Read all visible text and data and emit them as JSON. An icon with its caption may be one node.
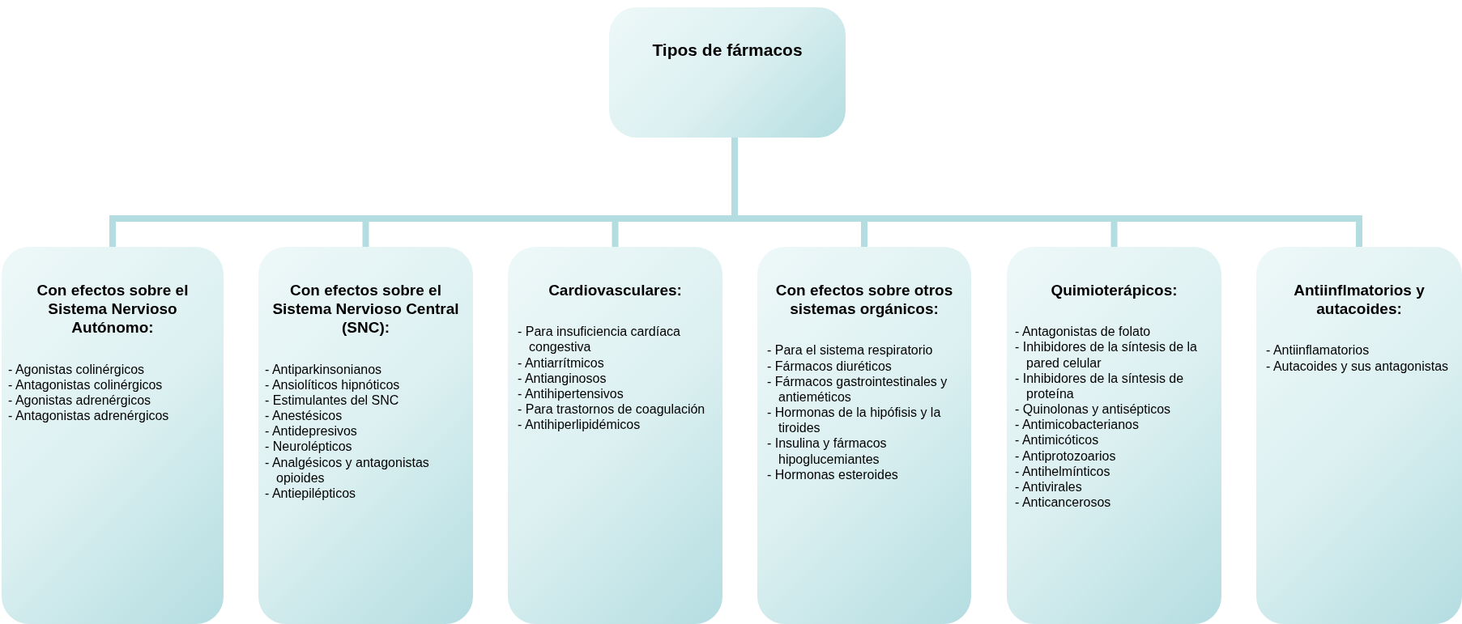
{
  "diagram": {
    "nodes": [
      {
        "text": [
          "Tipos de fármacos"
        ]
      },
      {
        "text": [
          "Con efectos sobre el Sistema Nervioso Autónomo:",
          "- Agonistas colinérgicos",
          "- Antagonistas colinérgicos",
          "- Agonistas adrenérgicos",
          "- Antagonistas adrenérgicos"
        ]
      },
      {
        "text": [
          "Con efectos sobre el Sistema Nervioso Central (SNC):",
          "- Antiparkinsonianos",
          "- Ansiolíticos hipnóticos",
          "- Estimulantes del SNC",
          "- Anestésicos",
          "- Antidepresivos",
          "- Neurolépticos",
          "- Analgésicos y antagonistas opioides",
          "- Antiepilépticos"
        ]
      },
      {
        "text": [
          "Cardiovasculares:",
          "- Para insuficiencia cardíaca congestiva",
          "- Antiarrítmicos",
          "- Antianginosos",
          "- Antihipertensivos",
          "- Para trastornos de coagulación",
          "- Antihiperlipidémicos"
        ]
      },
      {
        "text": [
          "Con efectos sobre otros sistemas orgánicos:",
          "- Para el sistema respiratorio",
          "- Fármacos diuréticos",
          "- Fármacos gastrointestinales y antieméticos",
          "- Hormonas de la hipófisis y la tiroides",
          "- Insulina y fármacos hipoglucemiantes",
          "- Hormonas esteroides"
        ]
      },
      {
        "text": [
          "Quimioterápicos:",
          "- Antagonistas de folato",
          "- Inhibidores de la síntesis de la pared celular",
          "- Inhibidores de la síntesis de proteína",
          "- Quinolonas y antisépticos",
          "- Antimicobacterianos",
          "- Antimicóticos",
          "- Antiprotozoarios",
          "- Antihelmínticos",
          "- Antivirales",
          "- Anticancerosos"
        ]
      },
      {
        "text": [
          "Antiinflmatorios y autacoides:",
          "- Antiinflamatorios",
          "- Autacoides y sus antagonistas"
        ]
      }
    ],
    "edges": [
      {
        "from": 0,
        "to": 1,
        "arrow": "none"
      },
      {
        "from": 0,
        "to": 2,
        "arrow": "none"
      },
      {
        "from": 0,
        "to": 3,
        "arrow": "none"
      },
      {
        "from": 0,
        "to": 4,
        "arrow": "none"
      },
      {
        "from": 0,
        "to": 5,
        "arrow": "none"
      },
      {
        "from": 0,
        "to": 6,
        "arrow": "none"
      }
    ]
  }
}
